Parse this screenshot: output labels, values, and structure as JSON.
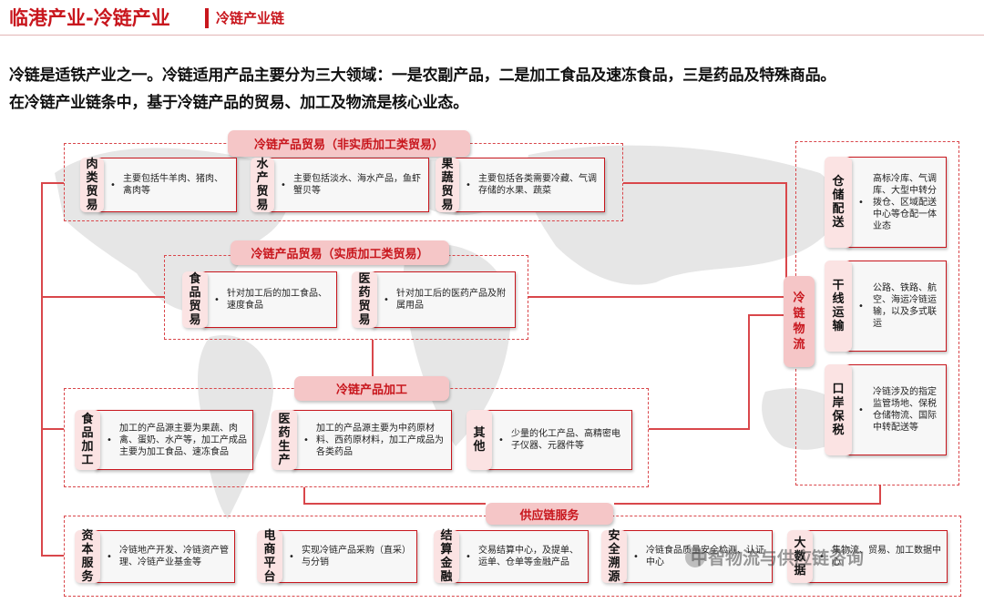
{
  "header": {
    "title": "临港产业-冷链产业",
    "subtitle": "冷链产业链"
  },
  "intro": {
    "line1": "冷链是适铁产业之一。冷链适用产品主要分为三大领域：一是农副产品，二是加工食品及速冻食品，三是药品及特殊商品。",
    "line2": "在冷链产业链条中，基于冷链产品的贸易、加工及物流是核心业态。"
  },
  "sections": {
    "trade_nonsubstantive": {
      "title": "冷链产品贸易（非实质加工类贸易）",
      "items": [
        {
          "label": "肉类贸易",
          "text": "主要包括牛羊肉、猪肉、禽肉等"
        },
        {
          "label": "水产贸易",
          "text": "主要包括淡水、海水产品，鱼虾蟹贝等"
        },
        {
          "label": "果蔬贸易",
          "text": "主要包括各类需要冷藏、气调存储的水果、蔬菜"
        }
      ]
    },
    "trade_substantive": {
      "title": "冷链产品贸易（实质加工类贸易）",
      "items": [
        {
          "label": "食品贸易",
          "text": "针对加工后的加工食品、速度食品"
        },
        {
          "label": "医药贸易",
          "text": "针对加工后的医药产品及附属用品"
        }
      ]
    },
    "processing": {
      "title": "冷链产品加工",
      "items": [
        {
          "label": "食品加工",
          "text": "加工的产品源主要为果蔬、肉禽、蛋奶、水产等，加工产成品主要为加工食品、速冻食品"
        },
        {
          "label": "医药生产",
          "text": "加工的产品源主要为中药原材料、西药原材料，加工产成品为各类药品"
        },
        {
          "label": "其他",
          "text": "少量的化工产品、高精密电子仪器、元器件等"
        }
      ]
    },
    "supply_chain": {
      "title": "供应链服务",
      "items": [
        {
          "label": "资本服务",
          "text": "冷链地产开发、冷链资产管理、冷链产业基金等"
        },
        {
          "label": "电商平台",
          "text": "实现冷链产品采购（直采）与分销"
        },
        {
          "label": "结算金融",
          "text": "交易结算中心，及提单、运单、仓单等金融产品"
        },
        {
          "label": "安全溯源",
          "text": "冷链食品质量安全检测、认证中心"
        },
        {
          "label": "大数据",
          "text": "集物流、贸易、加工数据中心"
        }
      ]
    },
    "logistics": {
      "title": "冷链物流",
      "items": [
        {
          "label": "仓储配送",
          "text": "高标冷库、气调库、大型中转分拨仓、区域配送中心等仓配一体业态"
        },
        {
          "label": "干线运输",
          "text": "公路、铁路、航空、海运冷链运输，以及多式联运"
        },
        {
          "label": "口岸保税",
          "text": "冷链涉及的指定监管场地、保税仓储物流、国际中转配送等"
        }
      ]
    }
  },
  "watermark": "中智物流与供应链咨询"
}
